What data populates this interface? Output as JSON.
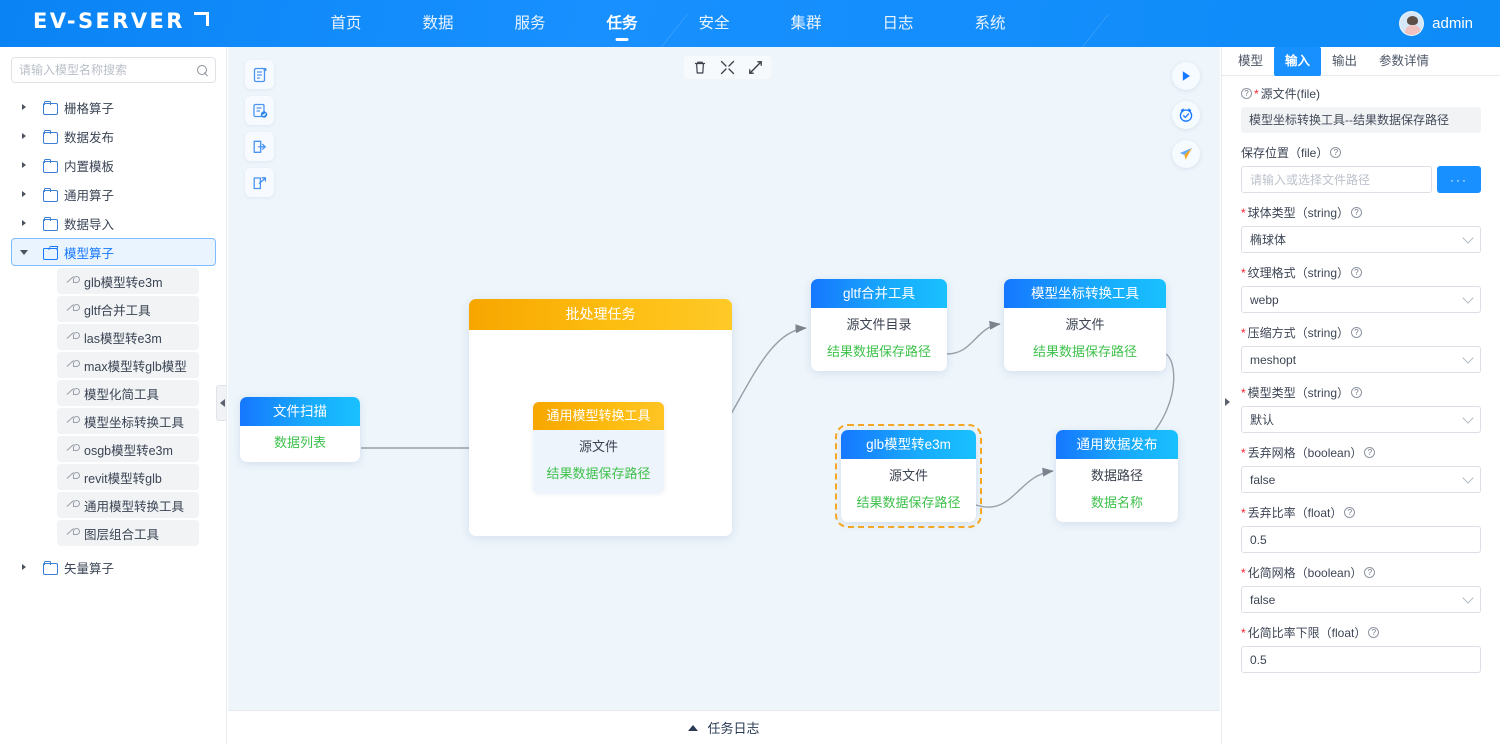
{
  "header": {
    "logo": "EV-SERVER",
    "nav": [
      {
        "label": "首页",
        "active": false
      },
      {
        "label": "数据",
        "active": false
      },
      {
        "label": "服务",
        "active": false
      },
      {
        "label": "任务",
        "active": true
      },
      {
        "label": "安全",
        "active": false
      },
      {
        "label": "集群",
        "active": false
      },
      {
        "label": "日志",
        "active": false
      },
      {
        "label": "系统",
        "active": false
      }
    ],
    "user": "admin"
  },
  "sidebar": {
    "search_placeholder": "请输入模型名称搜索",
    "folders": [
      {
        "label": "栅格算子",
        "expanded": false,
        "selected": false
      },
      {
        "label": "数据发布",
        "expanded": false,
        "selected": false
      },
      {
        "label": "内置模板",
        "expanded": false,
        "selected": false
      },
      {
        "label": "通用算子",
        "expanded": false,
        "selected": false
      },
      {
        "label": "数据导入",
        "expanded": false,
        "selected": false
      },
      {
        "label": "模型算子",
        "expanded": true,
        "selected": true
      }
    ],
    "children": [
      {
        "label": "glb模型转e3m"
      },
      {
        "label": "gltf合并工具"
      },
      {
        "label": "las模型转e3m"
      },
      {
        "label": "max模型转glb模型"
      },
      {
        "label": "模型化简工具"
      },
      {
        "label": "模型坐标转换工具"
      },
      {
        "label": "osgb模型转e3m"
      },
      {
        "label": "revit模型转glb"
      },
      {
        "label": "通用模型转换工具"
      },
      {
        "label": "图层组合工具"
      }
    ],
    "folders_after": [
      {
        "label": "矢量算子",
        "expanded": false,
        "selected": false
      }
    ]
  },
  "canvas": {
    "toolbar_left": [
      "document-list-icon",
      "save-document-icon",
      "import-document-icon",
      "export-document-icon"
    ],
    "toolbar_top": [
      "trash-icon",
      "collapse-icon",
      "expand-icon"
    ],
    "toolbar_right": [
      "play-icon",
      "schedule-icon",
      "send-icon"
    ],
    "nodes": [
      {
        "id": "file-scan",
        "title": "文件扫描",
        "ports": [
          {
            "label": "数据列表",
            "kind": "out"
          }
        ]
      },
      {
        "id": "batch-task",
        "title": "批处理任务",
        "kind": "group"
      },
      {
        "id": "universal-model-convert",
        "title": "通用模型转换工具",
        "kind": "inner",
        "ports": [
          {
            "label": "源文件",
            "kind": "in"
          },
          {
            "label": "结果数据保存路径",
            "kind": "out"
          }
        ]
      },
      {
        "id": "gltf-merge",
        "title": "gltf合并工具",
        "ports": [
          {
            "label": "源文件目录",
            "kind": "in"
          },
          {
            "label": "结果数据保存路径",
            "kind": "out"
          }
        ]
      },
      {
        "id": "model-coord-convert",
        "title": "模型坐标转换工具",
        "ports": [
          {
            "label": "源文件",
            "kind": "in"
          },
          {
            "label": "结果数据保存路径",
            "kind": "out"
          }
        ]
      },
      {
        "id": "glb-to-e3m",
        "title": "glb模型转e3m",
        "selected": true,
        "ports": [
          {
            "label": "源文件",
            "kind": "in"
          },
          {
            "label": "结果数据保存路径",
            "kind": "out"
          }
        ]
      },
      {
        "id": "universal-data-publish",
        "title": "通用数据发布",
        "ports": [
          {
            "label": "数据路径",
            "kind": "in"
          },
          {
            "label": "数据名称",
            "kind": "out"
          }
        ]
      }
    ]
  },
  "bottom": {
    "log_label": "任务日志"
  },
  "panel": {
    "tabs": [
      {
        "label": "模型",
        "active": false
      },
      {
        "label": "输入",
        "active": true
      },
      {
        "label": "输出",
        "active": false
      },
      {
        "label": "参数详情",
        "active": false
      }
    ],
    "fields": [
      {
        "type": "readonly",
        "label": "源文件(file)",
        "required": true,
        "help_first": true,
        "value": "模型坐标转换工具--结果数据保存路径"
      },
      {
        "type": "path",
        "label": "保存位置（file）",
        "required": false,
        "value": "",
        "placeholder": "请输入或选择文件路径",
        "browse_label": "···"
      },
      {
        "type": "select",
        "label": "球体类型（string）",
        "required": true,
        "value": "椭球体"
      },
      {
        "type": "select",
        "label": "纹理格式（string）",
        "required": true,
        "value": "webp"
      },
      {
        "type": "select",
        "label": "压缩方式（string）",
        "required": true,
        "value": "meshopt"
      },
      {
        "type": "select",
        "label": "模型类型（string）",
        "required": true,
        "value": "默认"
      },
      {
        "type": "select",
        "label": "丢弃网格（boolean）",
        "required": true,
        "value": "false"
      },
      {
        "type": "text",
        "label": "丢弃比率（float）",
        "required": true,
        "value": "0.5"
      },
      {
        "type": "select",
        "label": "化简网格（boolean）",
        "required": true,
        "value": "false"
      },
      {
        "type": "text",
        "label": "化简比率下限（float）",
        "required": true,
        "value": "0.5"
      }
    ]
  },
  "colors": {
    "brand": "#1890ff",
    "node_header_start": "#1677ff",
    "node_header_end": "#19c1ff",
    "group_header_start": "#f7a600",
    "group_header_end": "#ffc927",
    "output_port_text": "#3fc14c",
    "selection": "#f5a623",
    "canvas_bg": "#eef5fb"
  }
}
